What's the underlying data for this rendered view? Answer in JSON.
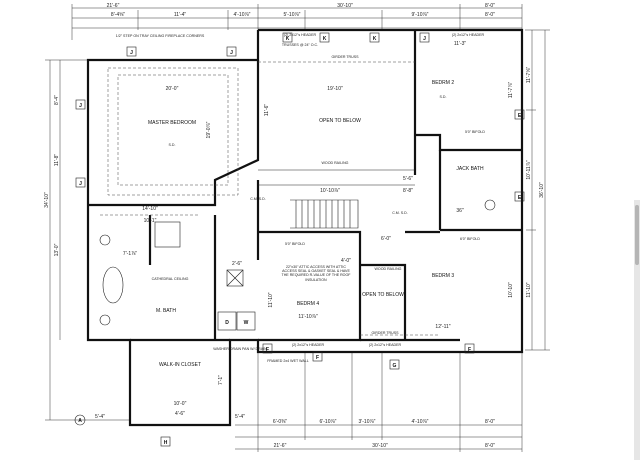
{
  "rooms": {
    "master": "MASTER BEDROOM",
    "open_below_top": "OPEN TO BELOW",
    "bedroom2": "BEDRM 2",
    "mbath": "M. BATH",
    "walkin": "WALK-IN CLOSET",
    "bedroom4": "BEDRM 4",
    "open_below_mid": "OPEN TO BELOW",
    "bedroom3": "BEDRM 3",
    "jack_bath": "JACK BATH"
  },
  "labels": {
    "tray": "1/2\" STEP ON TRAY CEILING FIREPLACE CORNERS",
    "trusses_top": "TRUSSES @ 24\" O.C.",
    "girder_truss_top": "GIRDER TRUSS",
    "header_k": "(2) 2x12\"s HEADER",
    "header_j": "(2) 2x12\"s HEADER",
    "wood_railing_top": "WOOD RAILING",
    "wood_railing_mid": "WOOD RAILING",
    "bifold_2": "5'0\" BIFOLD",
    "bifold_1": "5'0\" BIFOLD",
    "bifold_3": "6'0\" BIFOLD",
    "attic": "22\"x30\" ATTIC ACCESS WITH ATTIC ACCESS SEAL & GASKET SEAL & HAVE THE REQUIRED R-VALUE OF THE ROOF INSULATION",
    "cathedral": "CATHEDRAL CEILING",
    "washer": "WASHER DRAIN PAN W/ DRAIN",
    "framed_wall": "FRAMED 2x4 WET WALL",
    "girder_truss_bottom": "GIRDER TRUSS",
    "header_bottom": "(2) 2x12\"s HEADER",
    "header_bottom2": "(2) 2x12\"s HEADER",
    "sd": "S.D.",
    "cm_sd": "C.M. S.D.",
    "washer_box": "W",
    "dryer_box": "D",
    "x_wall": "36\""
  },
  "tags": [
    "J",
    "J",
    "J",
    "K",
    "K",
    "K",
    "J",
    "J",
    "E",
    "E",
    "F",
    "F",
    "G",
    "F",
    "H",
    "A"
  ],
  "dimensions": {
    "top_row1": [
      "8'-4⅝\"",
      "11'-4\"",
      "4'-10⅞\"",
      "5'-10⅞\"",
      "9'-10⅞\"",
      "8'-0\""
    ],
    "top_row2": [
      "21'-6\"",
      "30'-10\"",
      "8'-0\""
    ],
    "master_w": "20'-0\"",
    "master_h": "19'-0⅞\"",
    "open_w": "19'-10\"",
    "open_h": "11'-6\"",
    "bed2_w": "11'-3\"",
    "bed2_h": "11'-7⅞\"",
    "left_total": "34'-10\"",
    "right_total": "36'-10\"",
    "right_a": "11'-7⅝\"",
    "right_b": "10'-11⅞\"",
    "right_c": "11'-10\"",
    "left_a": "8'-4\"",
    "left_b": "11'-8\"",
    "left_c": "13'-0\"",
    "stair_w": "10'-10⅞\"",
    "stair_h": "8'-8\"",
    "hall_a": "14'-10\"",
    "hall_b": "10'-1\"",
    "bed4_w": "11'-10⅞\"",
    "bed4_h": "11'-10\"",
    "bed3_w": "12'-11\"",
    "bed3_h": "10'-10\"",
    "walkin_w": "10'-0\"",
    "walkin_h": "7'-1\"",
    "bottom_left": "5'-4\"",
    "bottom_mid": "4'-6\"",
    "bottom_right": "5'-4\"",
    "bottom_row1": [
      "6'-0⅜\"",
      "6'-10⅞\"",
      "3'-10⅞\"",
      "4'-10⅞\"",
      "8'-0\""
    ],
    "bottom_row2": [
      "21'-6\"",
      "30'-10\"",
      "8'-0\""
    ],
    "misc_1": "7'-1⅞\"",
    "misc_2": "5'-6\"",
    "misc_3": "2'-6\"",
    "misc_4": "6'-0\"",
    "misc_5": "4'-0\""
  }
}
